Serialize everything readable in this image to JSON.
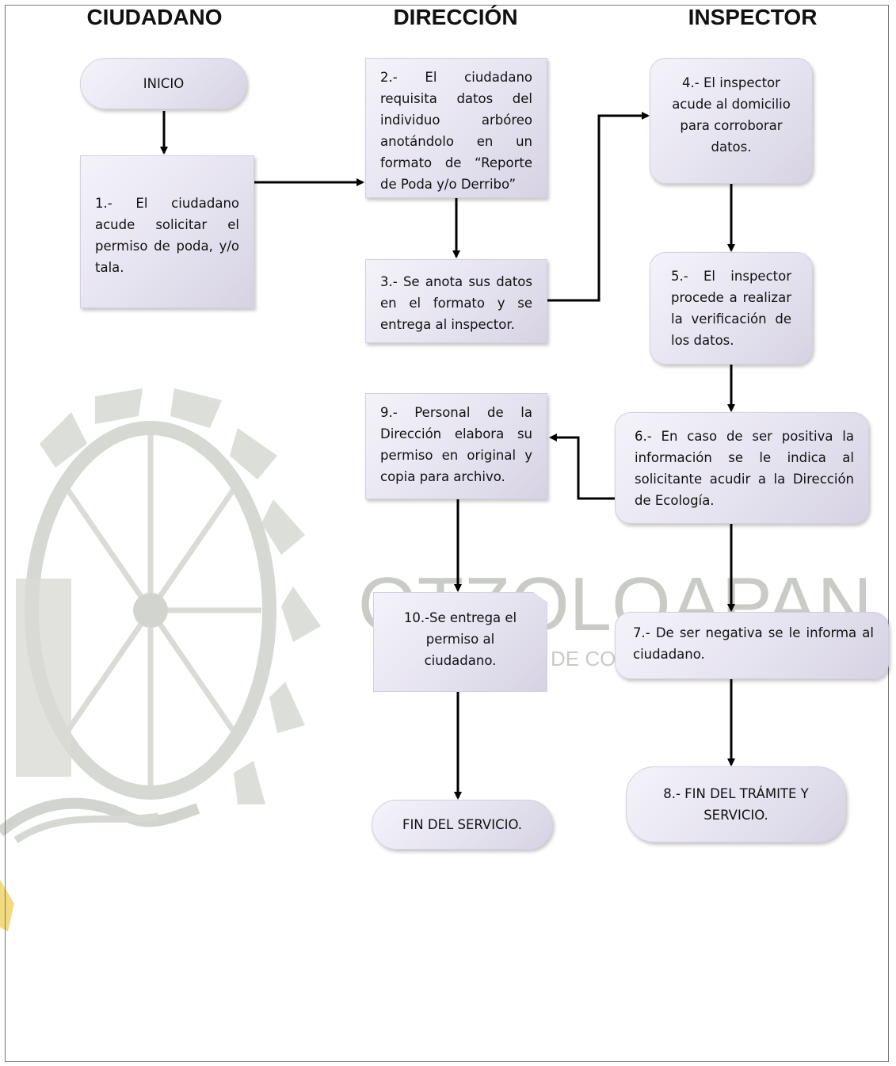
{
  "lanes": {
    "ciudadano": "CIUDADANO",
    "direccion": "DIRECCIÓN",
    "inspector": "INSPECTOR"
  },
  "steps": {
    "inicio": "INICIO",
    "s1": "1.- El ciudadano acude solicitar el permiso de poda, y/o tala.",
    "s2": "2.- El ciudadano requisita datos del individuo arbóreo anotándolo en un formato de “Reporte de Poda y/o Derribo”",
    "s3": "3.- Se anota sus datos en el formato y se entrega al inspector.",
    "s4": "4.- El inspector acude al domicilio para corroborar datos.",
    "s5": "5.- El inspector procede a realizar la verificación de los datos.",
    "s6": "6.- En caso de ser positiva la información se le indica al solicitante acudir a la Dirección de Ecología.",
    "s7": "7.- De ser negativa se le informa al ciudadano.",
    "s8": "8.- FIN DEL TRÁMITE Y SERVICIO.",
    "s9": "9.- Personal de la Dirección elabora su permiso en original y copia para archivo.",
    "s10": "10.-Se entrega el permiso al ciudadano.",
    "fin_servicio": "FIN DEL SERVICIO."
  },
  "watermark": {
    "text": "OTZOLOAPAN",
    "subtext": "DE CO",
    "color": "#c9cbc6"
  },
  "colors": {
    "box_fill": "#e6e3f0",
    "arrow": "#000000"
  }
}
